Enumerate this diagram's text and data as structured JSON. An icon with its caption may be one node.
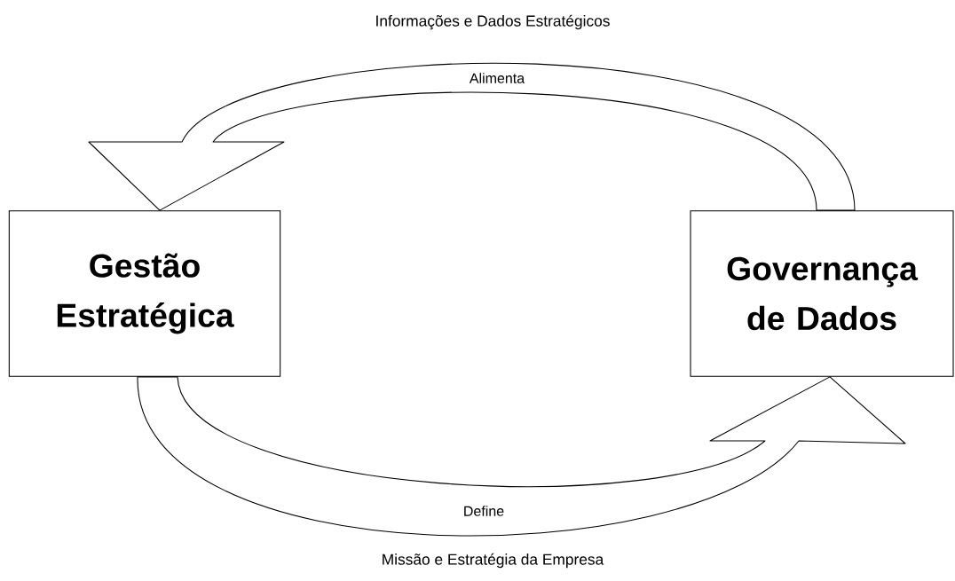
{
  "diagram": {
    "nodes": [
      {
        "text": [
          "Gestão Estratégica"
        ]
      },
      {
        "text": [
          "Governança de Dados"
        ]
      }
    ],
    "edges": [
      {
        "from": 1,
        "to": 0,
        "arrow": "to",
        "label": "Alimenta"
      },
      {
        "from": 0,
        "to": 1,
        "arrow": "to",
        "label": "Define"
      }
    ],
    "labels": [
      "Informações e Dados Estratégicos",
      "Missão e Estratégia da Empresa"
    ]
  }
}
